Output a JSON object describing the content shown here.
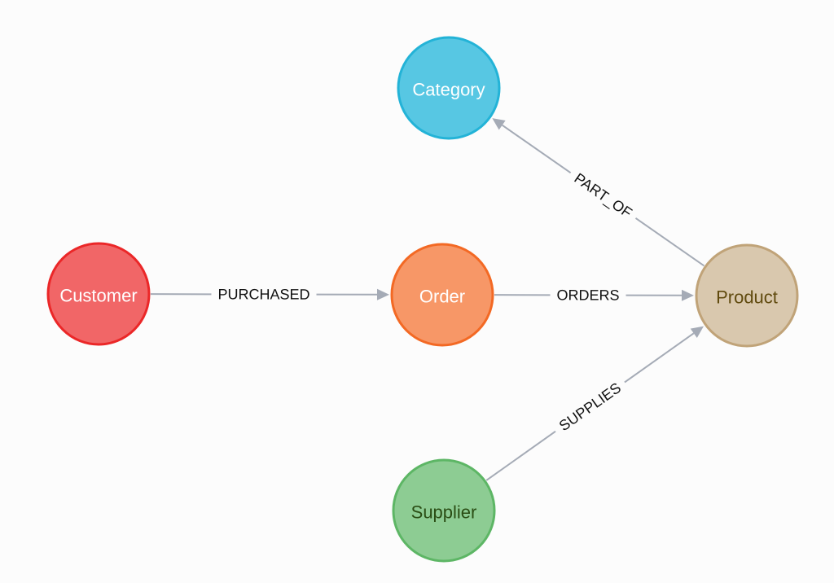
{
  "nodes": [
    {
      "id": "category",
      "label": "Category",
      "fill": "#57c7e3",
      "stroke": "#23b3d7",
      "text_color": "#ffffff"
    },
    {
      "id": "customer",
      "label": "Customer",
      "fill": "#f16667",
      "stroke": "#eb2728",
      "text_color": "#ffffff"
    },
    {
      "id": "order",
      "label": "Order",
      "fill": "#f79767",
      "stroke": "#f36924",
      "text_color": "#ffffff"
    },
    {
      "id": "product",
      "label": "Product",
      "fill": "#d9c8ae",
      "stroke": "#c0a378",
      "text_color": "#604a0e"
    },
    {
      "id": "supplier",
      "label": "Supplier",
      "fill": "#8dcc93",
      "stroke": "#5db665",
      "text_color": "#2a4d14"
    }
  ],
  "edges": [
    {
      "id": "purchased",
      "label": "PURCHASED",
      "from": "customer",
      "to": "order"
    },
    {
      "id": "orders",
      "label": "ORDERS",
      "from": "order",
      "to": "product"
    },
    {
      "id": "part-of",
      "label": "PART_OF",
      "from": "product",
      "to": "category"
    },
    {
      "id": "supplies",
      "label": "SUPPLIES",
      "from": "supplier",
      "to": "product"
    }
  ],
  "colors": {
    "edge": "#a5abb6",
    "background": "#fcfcfc"
  }
}
